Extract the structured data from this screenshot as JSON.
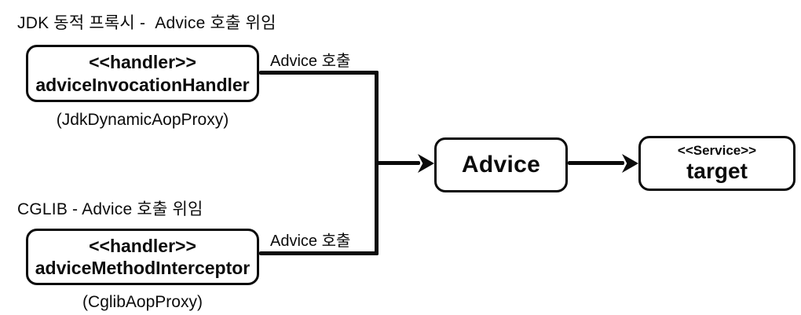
{
  "colors": {
    "ink": "#0b0b0b",
    "background": "#ffffff"
  },
  "diagram": {
    "jdk": {
      "title": "JDK 동적 프록시 -  Advice 호출 위임",
      "box": {
        "stereotype": "<<handler>>",
        "name": "adviceInvocationHandler"
      },
      "caption": "(JdkDynamicAopProxy)",
      "edge_label": "Advice 호출"
    },
    "cglib": {
      "title": "CGLIB - Advice 호출 위임",
      "box": {
        "stereotype": "<<handler>>",
        "name": "adviceMethodInterceptor"
      },
      "caption": "(CglibAopProxy)",
      "edge_label": "Advice 호출"
    },
    "advice": {
      "label": "Advice"
    },
    "target": {
      "stereotype": "<<Service>>",
      "name": "target"
    }
  }
}
